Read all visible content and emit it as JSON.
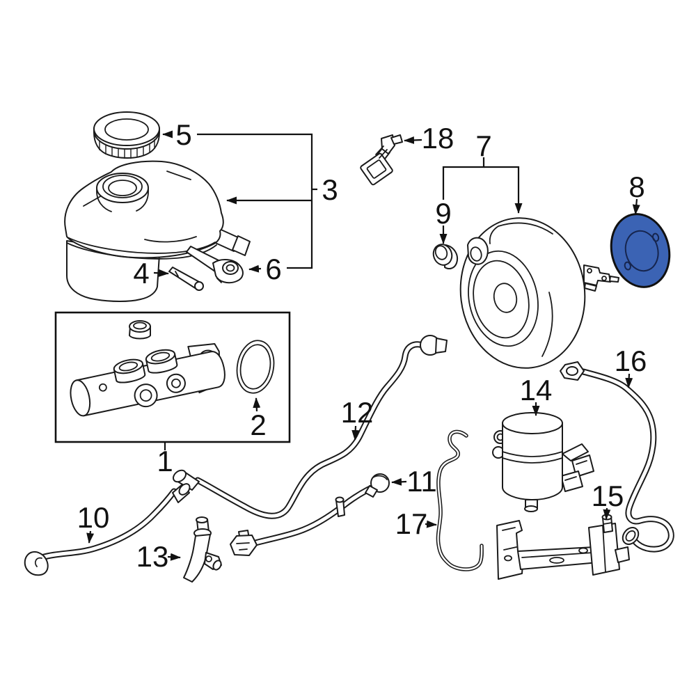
{
  "colors": {
    "background": "#ffffff",
    "line": "#1a1a1a",
    "highlight_fill": "#3b63b4",
    "highlight_detail": "#16254e"
  },
  "callouts": {
    "c1": {
      "label": "1"
    },
    "c2": {
      "label": "2"
    },
    "c3": {
      "label": "3"
    },
    "c4": {
      "label": "4"
    },
    "c5": {
      "label": "5"
    },
    "c6": {
      "label": "6"
    },
    "c7": {
      "label": "7"
    },
    "c8": {
      "label": "8"
    },
    "c9": {
      "label": "9"
    },
    "c10": {
      "label": "10"
    },
    "c11": {
      "label": "11"
    },
    "c12": {
      "label": "12"
    },
    "c13": {
      "label": "13"
    },
    "c14": {
      "label": "14"
    },
    "c15": {
      "label": "15"
    },
    "c16": {
      "label": "16"
    },
    "c17": {
      "label": "17"
    },
    "c18": {
      "label": "18"
    }
  }
}
